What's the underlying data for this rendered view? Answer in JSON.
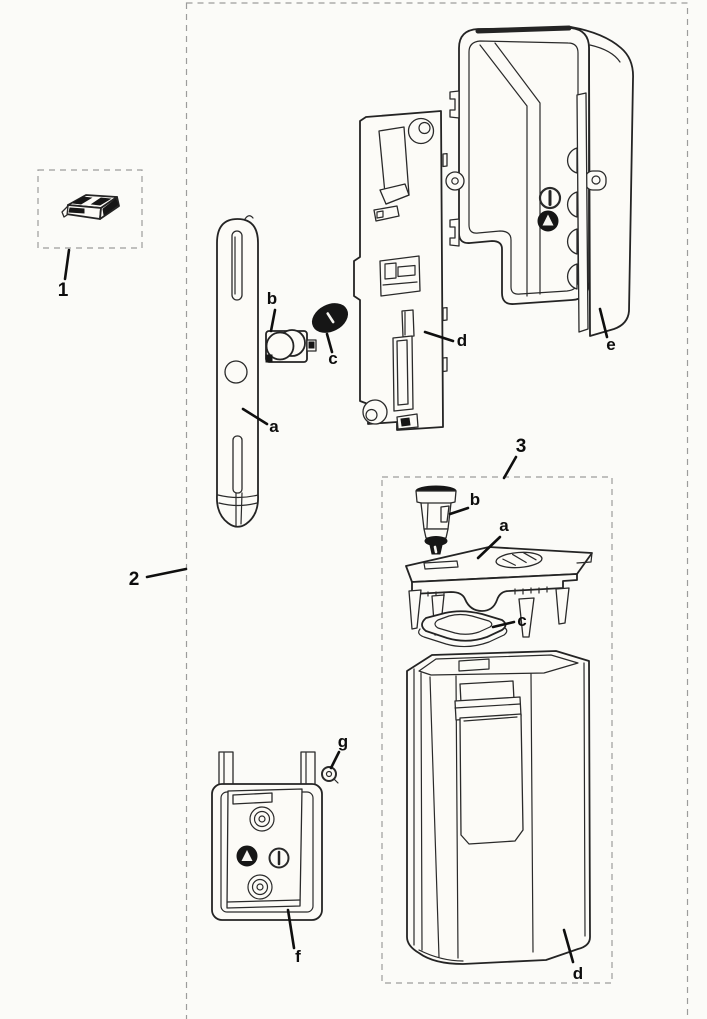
{
  "diagram": {
    "background_color": "#fbfbf8",
    "line_color": "#242424",
    "boundary_line_color": "#9c9c9c",
    "label_color": "#0d0d0d",
    "callouts": {
      "one": "1",
      "two": "2",
      "three": "3",
      "a2": "a",
      "b2": "b",
      "c2": "c",
      "d2": "d",
      "e2": "e",
      "b3": "b",
      "a3": "a",
      "c3": "c",
      "d3": "d",
      "f": "f",
      "g": "g"
    }
  }
}
